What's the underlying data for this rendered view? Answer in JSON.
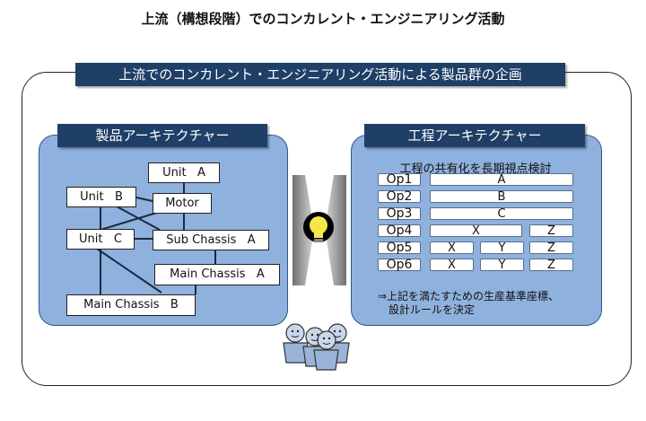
{
  "page_title": "上流（構想段階）でのコンカレント・エンジニアリング活動",
  "main_banner": "上流でのコンカレント・エンジニアリング活動による製品群の企画",
  "product_arch": {
    "title": "製品アーキテクチャー",
    "nodes": {
      "unit_a": "Unit   A",
      "unit_b": "Unit   B",
      "motor": "Motor",
      "unit_c": "Unit   C",
      "sub_chassis_a": "Sub Chassis   A",
      "main_chassis_a": "Main Chassis   A",
      "main_chassis_b": "Main Chassis   B"
    }
  },
  "process_arch": {
    "title": "工程アーキテクチャー",
    "heading": "工程の共有化を長期視点検討",
    "rows": [
      {
        "op": "Op1",
        "cells": [
          "A"
        ]
      },
      {
        "op": "Op2",
        "cells": [
          "B"
        ]
      },
      {
        "op": "Op3",
        "cells": [
          "C"
        ]
      },
      {
        "op": "Op4",
        "cells": [
          "X",
          "Z"
        ]
      },
      {
        "op": "Op5",
        "cells": [
          "X",
          "Y",
          "Z"
        ]
      },
      {
        "op": "Op6",
        "cells": [
          "X",
          "Y",
          "Z"
        ]
      }
    ],
    "note": "⇒上記を満たすための生産基準座標、\n　設計ルールを決定"
  },
  "icons": [
    "lightbulb-icon",
    "people-group-icon"
  ]
}
